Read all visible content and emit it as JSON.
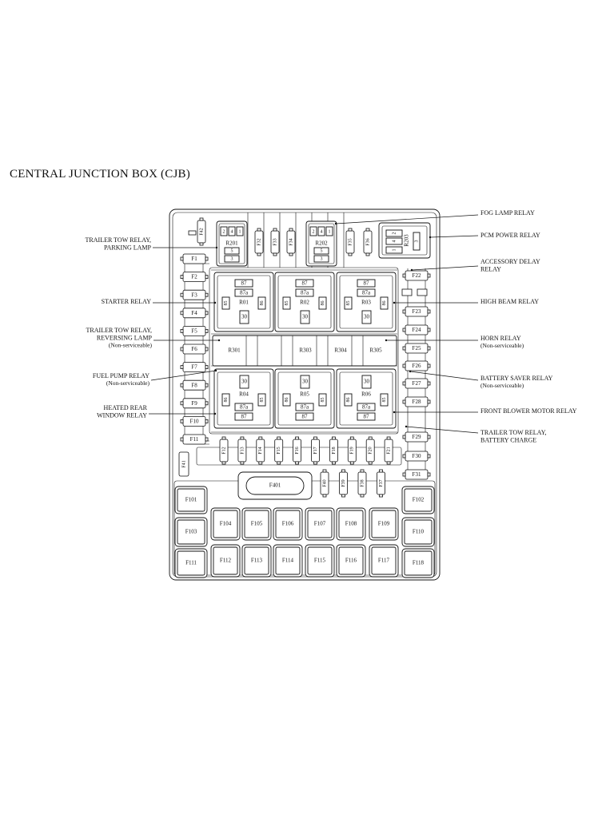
{
  "title": "CENTRAL JUNCTION BOX (CJB)",
  "labels": {
    "trailer_tow_parking": [
      "TRAILER TOW RELAY,",
      "PARKING LAMP"
    ],
    "starter": [
      "STARTER RELAY"
    ],
    "trailer_tow_reversing": [
      "TRAILER TOW RELAY,",
      "REVERSING LAMP",
      "(Non-serviceable)"
    ],
    "fuel_pump": [
      "FUEL PUMP RELAY",
      "(Non-serviceable)"
    ],
    "heated_rear": [
      "HEATED REAR",
      "WINDOW RELAY"
    ],
    "fog_lamp": [
      "FOG LAMP RELAY"
    ],
    "pcm_power": [
      "PCM POWER RELAY"
    ],
    "accessory_delay": [
      "ACCESSORY DELAY",
      "RELAY"
    ],
    "high_beam": [
      "HIGH BEAM RELAY"
    ],
    "horn": [
      "HORN RELAY",
      "(Non-serviceable)"
    ],
    "battery_saver": [
      "BATTERY SAVER RELAY",
      "(Non-serviceable)"
    ],
    "front_blower": [
      "FRONT BLOWER MOTOR RELAY"
    ],
    "trailer_tow_battery": [
      "TRAILER TOW RELAY,",
      "BATTERY CHARGE"
    ]
  },
  "fuses": {
    "left": [
      "F1",
      "F2",
      "F3",
      "F4",
      "F5",
      "F6",
      "F7",
      "F8",
      "F9",
      "F10",
      "F11"
    ],
    "right": [
      "F22",
      "F23",
      "F24",
      "F25",
      "F26",
      "F27",
      "F28",
      "F29",
      "F30",
      "F31"
    ],
    "top_small": [
      "F42",
      "F32",
      "F33",
      "F34",
      "F35",
      "F36"
    ],
    "mid_row": [
      "F12",
      "F13",
      "F14",
      "F15",
      "F16",
      "F17",
      "F18",
      "F19",
      "F20",
      "F21"
    ],
    "f41": "F41",
    "f401": "F401",
    "small_row2": [
      "F40",
      "F39",
      "F38",
      "F37"
    ],
    "maxi": [
      [
        "F101",
        "F102"
      ],
      [
        "F104",
        "F105",
        "F106",
        "F107",
        "F108",
        "F109"
      ],
      [
        "F103",
        "F110"
      ],
      [
        "F112",
        "F113",
        "F114",
        "F115",
        "F116",
        "F117"
      ],
      [
        "F111",
        "F118"
      ]
    ]
  },
  "relays": {
    "top": [
      "R201",
      "R202",
      "R203"
    ],
    "top_pins": [
      "2",
      "4",
      "1",
      "5",
      "3"
    ],
    "r203_pins": [
      "2",
      "4",
      "3",
      "1"
    ],
    "upper": [
      "R01",
      "R02",
      "R03"
    ],
    "lower": [
      "R04",
      "R05",
      "R06"
    ],
    "mini": [
      "R301",
      "R303",
      "R304",
      "R305"
    ],
    "pins": {
      "p87": "87",
      "p87a": "87a",
      "p30": "30",
      "p85": "85",
      "p86": "86"
    }
  }
}
